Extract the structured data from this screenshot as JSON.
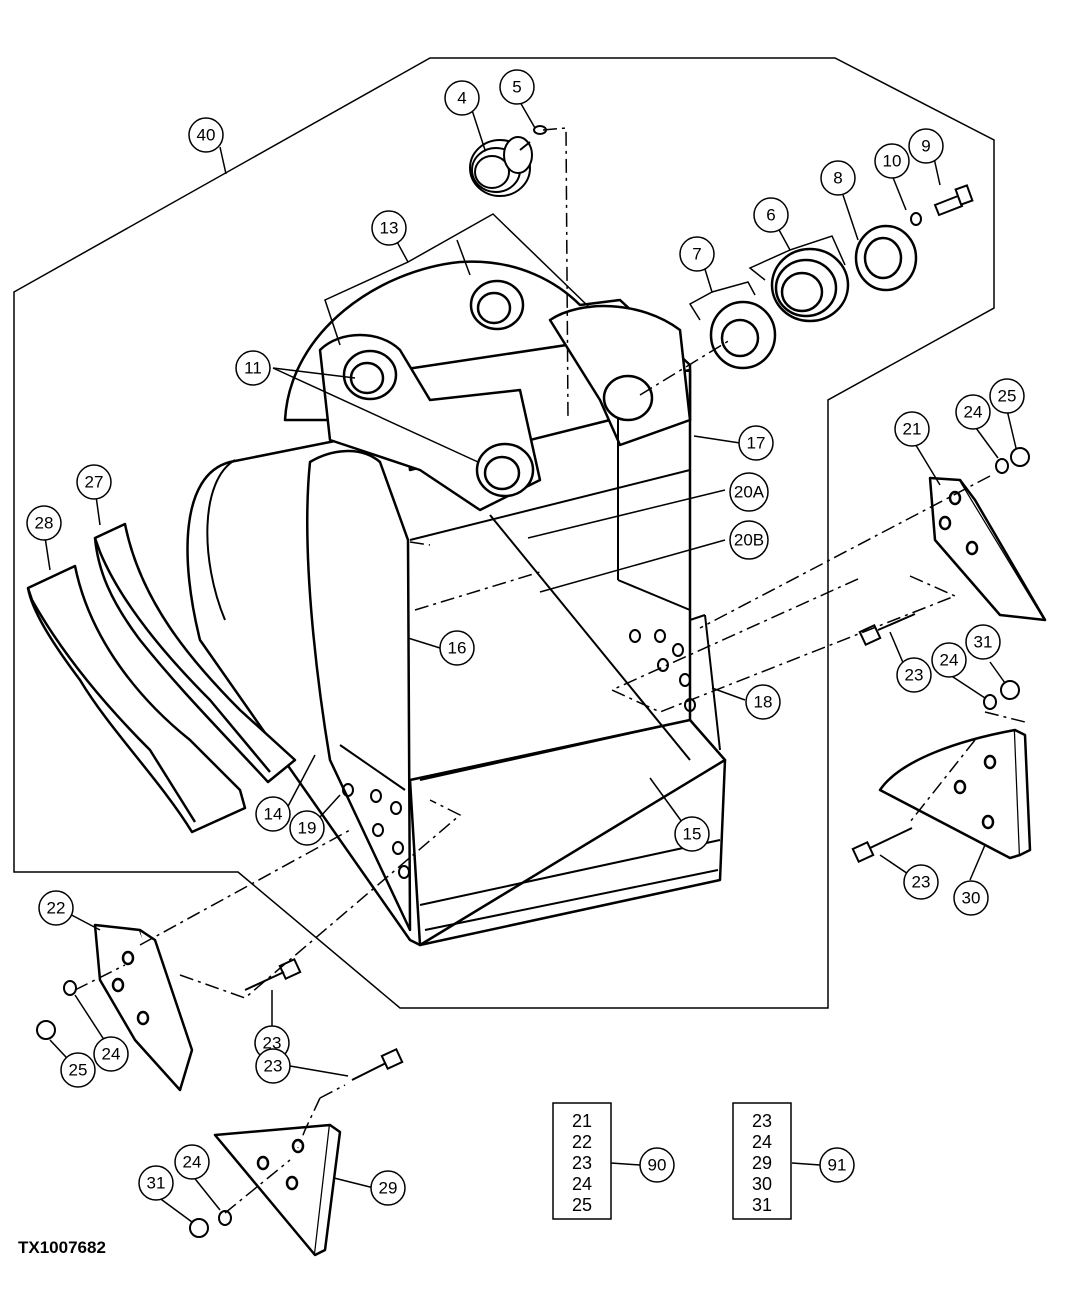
{
  "figure_id": "TX1007682",
  "callouts": [
    {
      "label": "4"
    },
    {
      "label": "5"
    },
    {
      "label": "40"
    },
    {
      "label": "13"
    },
    {
      "label": "10"
    },
    {
      "label": "9"
    },
    {
      "label": "8"
    },
    {
      "label": "6"
    },
    {
      "label": "7"
    },
    {
      "label": "11"
    },
    {
      "label": "17"
    },
    {
      "label": "20A"
    },
    {
      "label": "20B"
    },
    {
      "label": "16"
    },
    {
      "label": "18"
    },
    {
      "label": "28"
    },
    {
      "label": "27"
    },
    {
      "label": "14"
    },
    {
      "label": "19"
    },
    {
      "label": "15"
    },
    {
      "label": "21"
    },
    {
      "label": "24"
    },
    {
      "label": "25"
    },
    {
      "label": "23"
    },
    {
      "label": "24"
    },
    {
      "label": "31"
    },
    {
      "label": "23"
    },
    {
      "label": "30"
    },
    {
      "label": "22"
    },
    {
      "label": "25"
    },
    {
      "label": "24"
    },
    {
      "label": "23"
    },
    {
      "label": "23"
    },
    {
      "label": "31"
    },
    {
      "label": "24"
    },
    {
      "label": "29"
    }
  ],
  "kits": [
    {
      "label": "90",
      "items": [
        "21",
        "22",
        "23",
        "24",
        "25"
      ]
    },
    {
      "label": "91",
      "items": [
        "23",
        "24",
        "29",
        "30",
        "31"
      ]
    }
  ]
}
